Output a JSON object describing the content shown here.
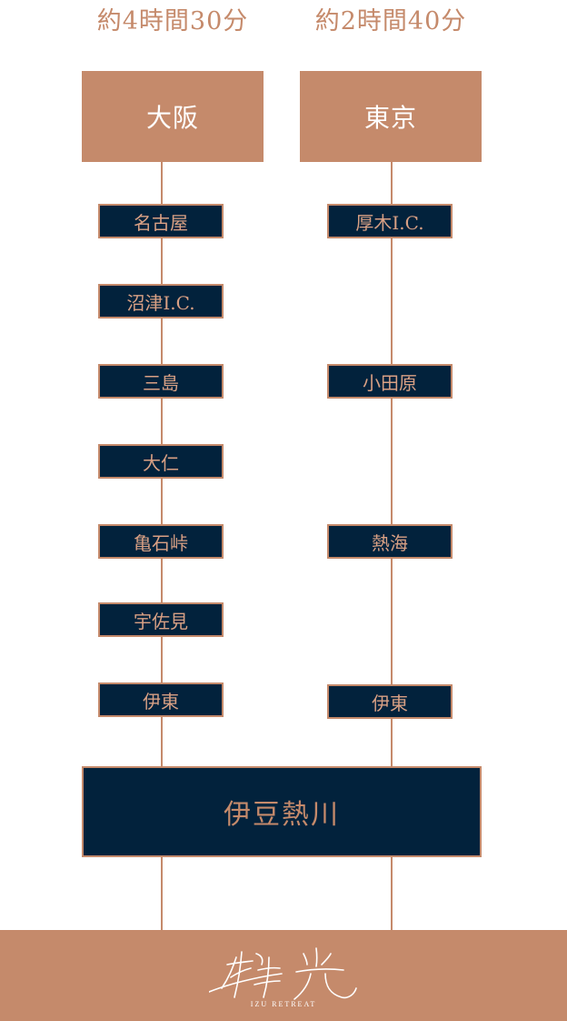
{
  "durations": {
    "left": "約4時間30分",
    "right": "約2時間40分"
  },
  "origins": {
    "left": "大阪",
    "right": "東京"
  },
  "routes": {
    "left": [
      "名古屋",
      "沼津I.C.",
      "三島",
      "大仁",
      "亀石峠",
      "宇佐見",
      "伊東"
    ],
    "right": [
      "厚木I.C.",
      "小田原",
      "熱海",
      "伊東"
    ]
  },
  "destination": "伊豆熱川",
  "logo": {
    "script": "粋光",
    "subtitle": "IZU RETREAT"
  },
  "colors": {
    "accent": "#c58a6b",
    "navy": "#02223c",
    "text_on_navy": "#d9a084"
  }
}
